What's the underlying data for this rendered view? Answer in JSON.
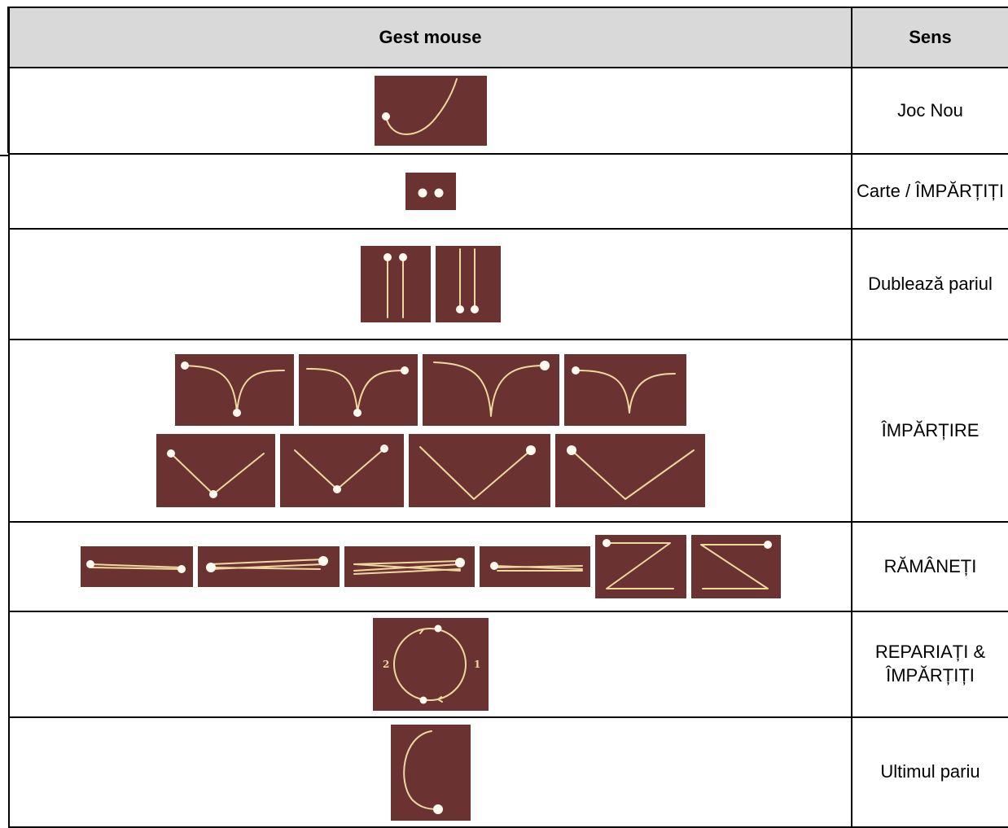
{
  "table": {
    "headers": [
      "Gest mouse",
      "Sens"
    ],
    "rows": [
      {
        "meaning": "Joc Nou",
        "gesture_icons": [
          "hook-up-right-gesture-icon"
        ]
      },
      {
        "meaning": "Carte / ÎMPĂRȚIȚI",
        "gesture_icons": [
          "double-dot-gesture-icon"
        ]
      },
      {
        "meaning": "Dublează pariul",
        "gesture_icons": [
          "two-lines-down-gesture-icon",
          "two-lines-up-gesture-icon"
        ]
      },
      {
        "meaning": "ÎMPĂRȚIRE",
        "gesture_icons": [
          "curved-v-gesture-icon",
          "v-gesture-icon"
        ]
      },
      {
        "meaning": "RĂMÂNEȚI",
        "gesture_icons": [
          "horizontal-line-gesture-icon",
          "z-gesture-icon"
        ]
      },
      {
        "meaning": "REPARIAȚI & ÎMPĂRȚIȚI",
        "gesture_icons": [
          "circle-gesture-icon"
        ],
        "circle_labels": [
          "2",
          "1"
        ]
      },
      {
        "meaning": "Ultimul pariu",
        "gesture_icons": [
          "c-gesture-icon"
        ]
      }
    ]
  },
  "colors": {
    "gesture_bg": "#6a3230",
    "gesture_stroke": "#efd7a0",
    "header_bg": "#d9d9d9"
  }
}
